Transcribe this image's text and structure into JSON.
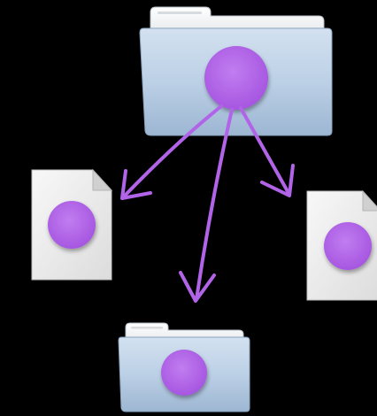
{
  "diagram": {
    "background_color": "#000000",
    "accent_color": "#b264e8",
    "folder_color": "#b9cde4",
    "document_color": "#efefef",
    "nodes": [
      {
        "id": "source-folder",
        "icon": "folder-icon"
      },
      {
        "id": "left-document",
        "icon": "document-icon"
      },
      {
        "id": "right-document",
        "icon": "document-icon"
      },
      {
        "id": "bottom-folder",
        "icon": "folder-icon"
      }
    ],
    "edges": [
      {
        "from": "source-folder",
        "to": "left-document"
      },
      {
        "from": "source-folder",
        "to": "bottom-folder"
      },
      {
        "from": "source-folder",
        "to": "right-document"
      }
    ]
  }
}
